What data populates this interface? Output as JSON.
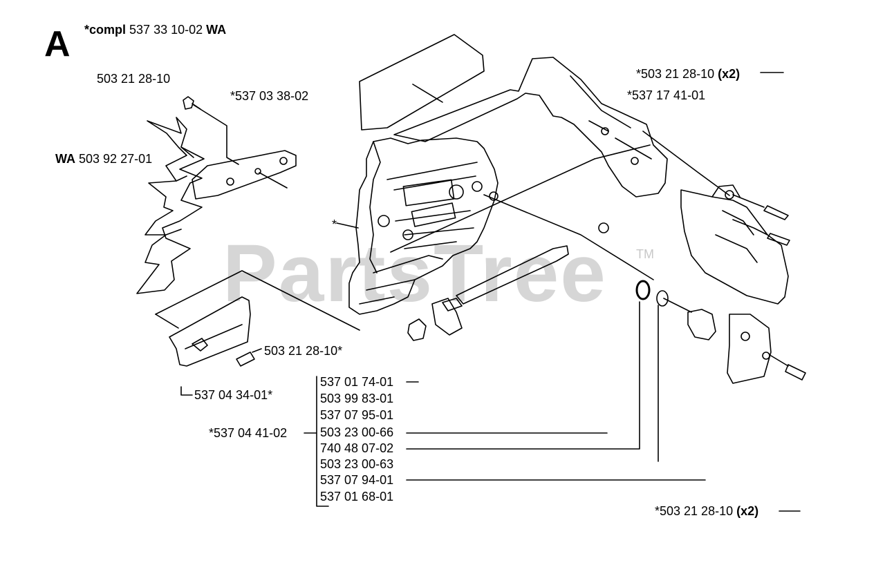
{
  "header": {
    "section_letter": "A",
    "compl_prefix": "*compl",
    "compl_number": "537 33 10-02",
    "compl_suffix": "WA"
  },
  "watermark": {
    "text": "PartsTree",
    "tm": "TM"
  },
  "labels": {
    "screw_top_left": "503 21 28-10",
    "plate": "*537 03 38-02",
    "bumper_spike_prefix": "WA",
    "bumper_spike": "503 92 27-01",
    "screw_top_right": "*503 21 28-10",
    "screw_top_right_qty": "(x2)",
    "chain_brake_handle": "*537 17 41-01",
    "housing_asterisk": "*",
    "screw_mid": "503 21 28-10*",
    "guide_plate": "537 04 34-01*",
    "kit_group": "*537 04 41-02",
    "screw_bottom_right": "*503 21 28-10",
    "screw_bottom_right_qty": "(x2)"
  },
  "parts_list": [
    "537 01 74-01",
    "503 99 83-01",
    "537 07 95-01",
    "503 23 00-66",
    "740 48 07-02",
    "503 23 00-63",
    "537 07 94-01",
    "537 01 68-01"
  ]
}
